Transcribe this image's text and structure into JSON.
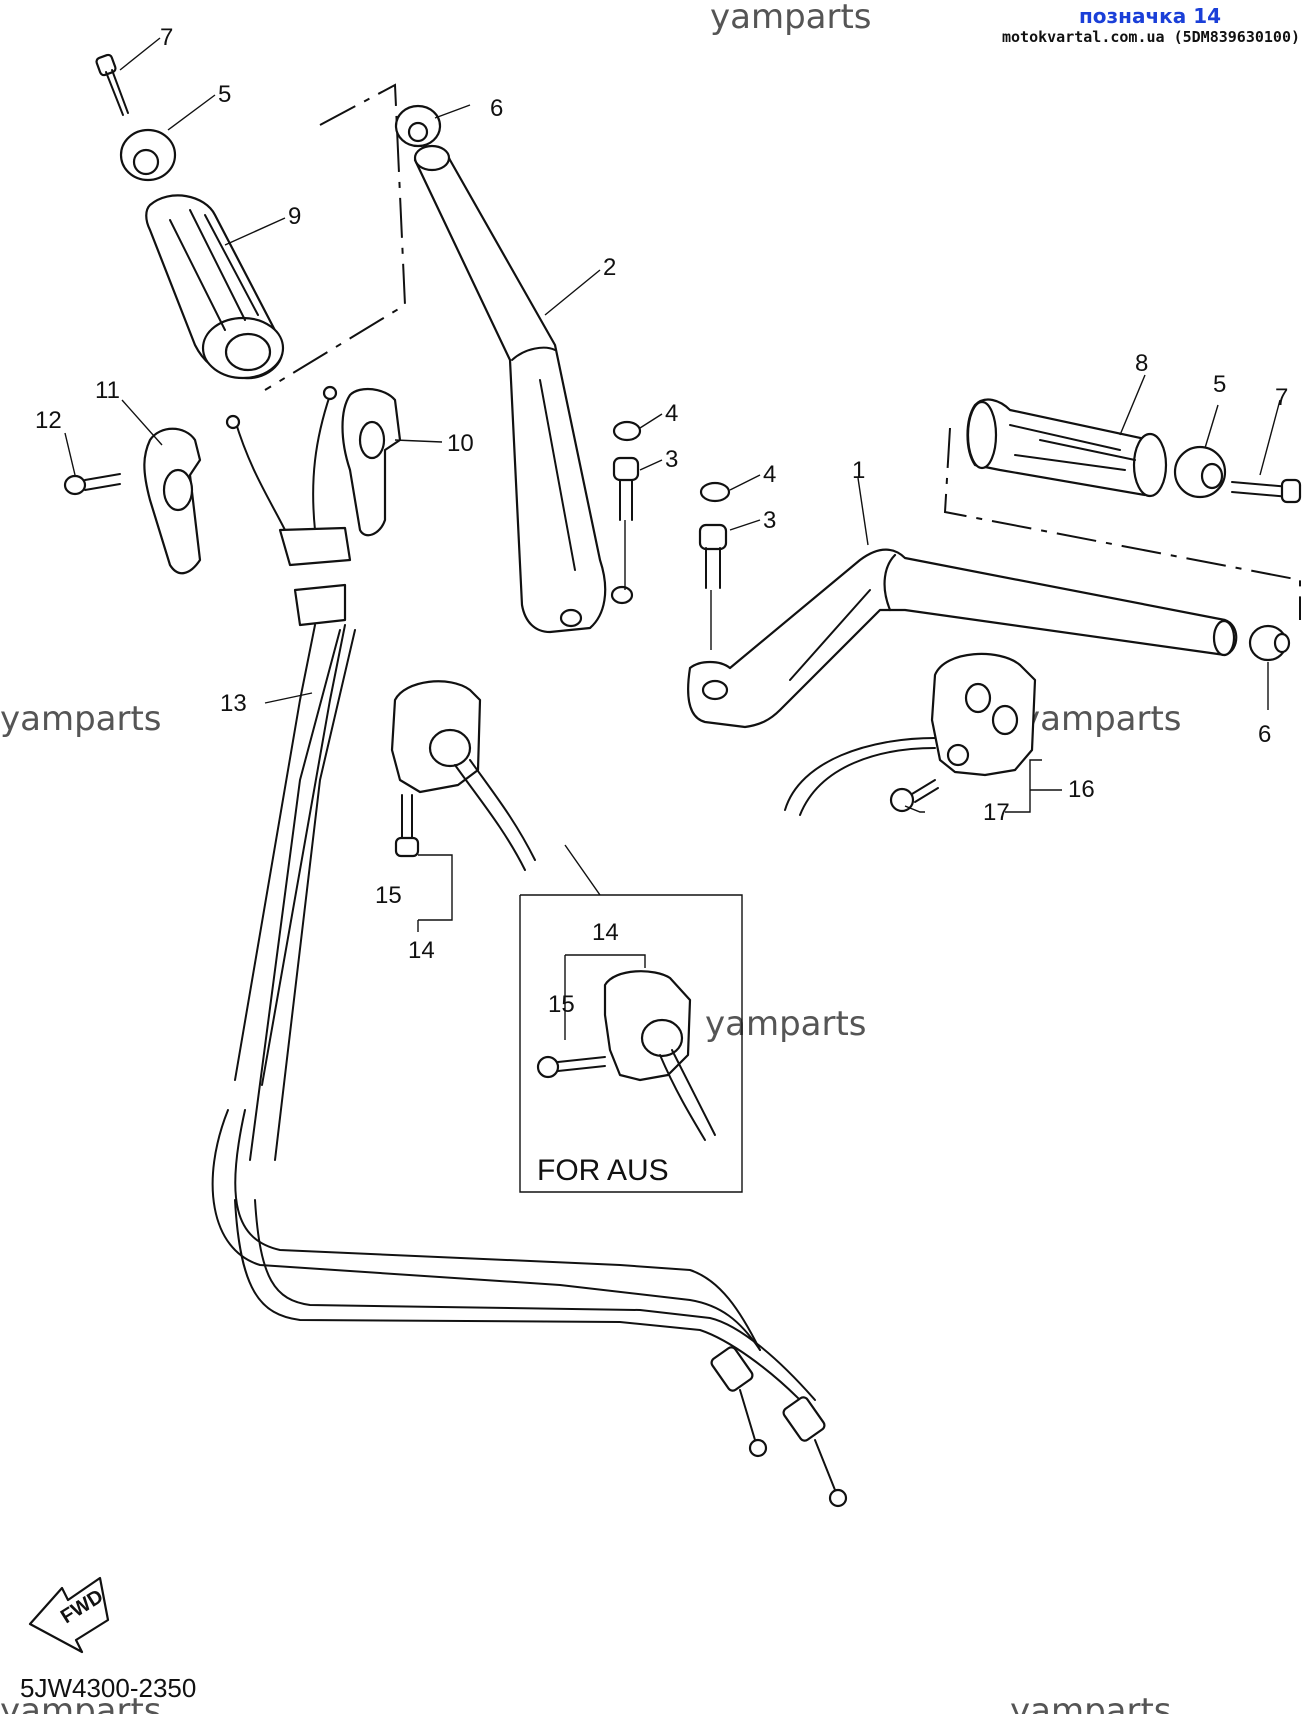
{
  "header": {
    "label": "позначка 14",
    "source": "motokvartal.com.ua (5DM839630100)"
  },
  "watermark": "yamparts",
  "diagram_code": "5JW4300-2350",
  "inset": {
    "title": "FOR AUS"
  },
  "direction_arrow": "FWD",
  "callouts": {
    "n1": "1",
    "n2": "2",
    "n3a": "3",
    "n3b": "3",
    "n4a": "4",
    "n4b": "4",
    "n5a": "5",
    "n5b": "5",
    "n6a": "6",
    "n6b": "6",
    "n7a": "7",
    "n7b": "7",
    "n8": "8",
    "n9": "9",
    "n10": "10",
    "n11": "11",
    "n12": "12",
    "n13": "13",
    "n14a": "14",
    "n14b": "14",
    "n15a": "15",
    "n15b": "15",
    "n16": "16",
    "n17": "17"
  },
  "colors": {
    "link": "#1a3fd8",
    "ink": "#111111",
    "watermark": "#555555"
  }
}
